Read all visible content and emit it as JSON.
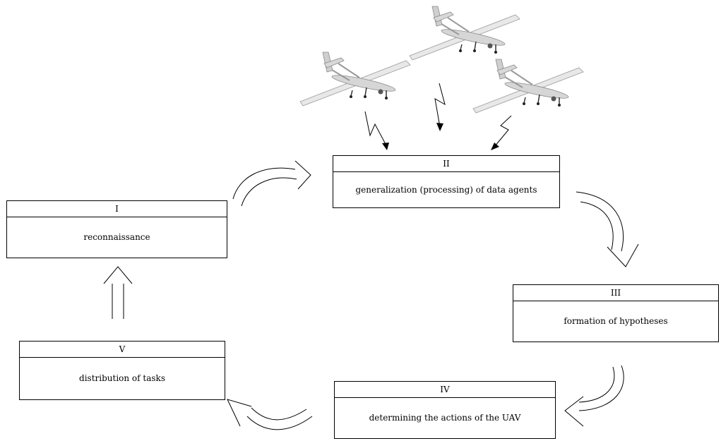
{
  "stages": [
    {
      "id": "I",
      "numeral": "I",
      "label": "reconnaissance"
    },
    {
      "id": "II",
      "numeral": "II",
      "label": "generalization (processing) of  data agents"
    },
    {
      "id": "III",
      "numeral": "III",
      "label": "formation of hypotheses"
    },
    {
      "id": "IV",
      "numeral": "IV",
      "label": "determining the actions of the UAV"
    },
    {
      "id": "V",
      "numeral": "V",
      "label": "distribution of tasks"
    }
  ],
  "drone_count": 3,
  "colors": {
    "line": "#000000",
    "drone_light": "#e6e6e6",
    "drone_mid": "#b8b8b8",
    "drone_dark": "#7a7a7a"
  }
}
